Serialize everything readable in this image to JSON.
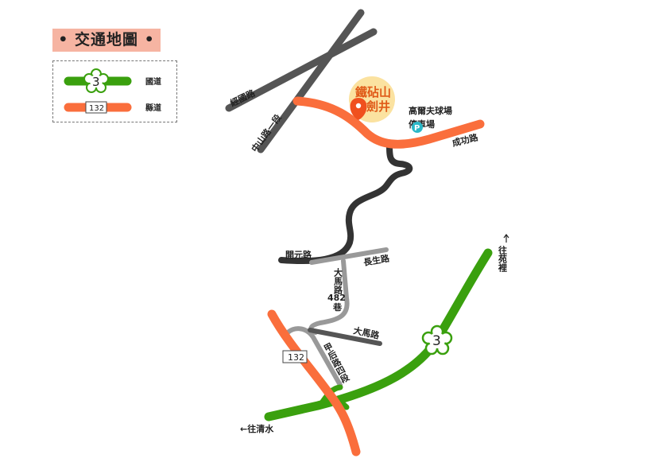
{
  "title": "• 交通地圖 •",
  "legend": {
    "national": {
      "badge": "3",
      "label": "國道",
      "color": "#3aa00e"
    },
    "county": {
      "badge": "132",
      "label": "縣道",
      "color": "#fa6e3c"
    }
  },
  "colors": {
    "dark_road": "#333333",
    "mid_road": "#555555",
    "light_road": "#999999",
    "pin": "#f0501e",
    "pin_halo": "#fbe2a0",
    "parking": "#2bb8c8"
  },
  "poi": {
    "line1": "鐵砧山",
    "line2": "劍井"
  },
  "parking": {
    "icon": "parking-icon",
    "letter": "P",
    "label_line1": "高爾夫球場",
    "label_line2": "停車場"
  },
  "roads": {
    "jingguo": "經國路",
    "zhongshan": "中山路一段",
    "chenggong": "成功路",
    "kaiyuan": "開元路",
    "changsheng": "長生路",
    "dama_482_line1": "大馬路",
    "dama_482_line2": "482",
    "dama_482_line3": "巷",
    "dama": "大馬路",
    "jiahou": "甲后路四段"
  },
  "badges": {
    "county_132": "132",
    "national_3": "3"
  },
  "directions": {
    "to_yuanli": "往苑裡",
    "to_qingshui": "←往清水"
  }
}
